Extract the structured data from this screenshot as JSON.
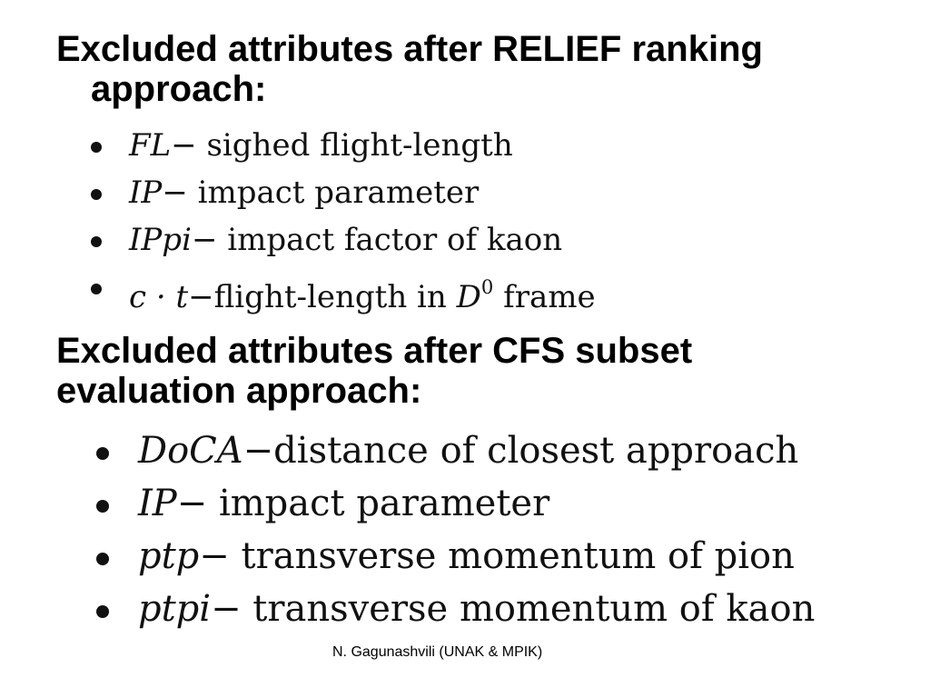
{
  "section1": {
    "heading_line1": "Excluded attributes after RELIEF ranking",
    "heading_line2": "approach:",
    "items": [
      {
        "symbol": "FL",
        "text": "− sighed flight-length"
      },
      {
        "symbol": "IP",
        "text": "− impact parameter"
      },
      {
        "symbol": "IPpi",
        "text": "− impact factor of kaon"
      },
      {
        "symbol": "c · t",
        "text": "−flight-length in ",
        "symbol2": "D",
        "sup": "0",
        "tail": " frame"
      }
    ]
  },
  "section2": {
    "heading_line1": "Excluded attributes after CFS subset",
    "heading_line2": "evaluation approach:",
    "items": [
      {
        "symbol": "DoCA",
        "text": "−distance of closest approach"
      },
      {
        "symbol": "IP",
        "text": "− impact parameter"
      },
      {
        "symbol": "ptp",
        "text": "− transverse momentum of pion"
      },
      {
        "symbol": "ptpi",
        "text": "− transverse momentum of kaon"
      }
    ]
  },
  "footer": {
    "text": "N. Gagunashvili (UNAK & MPIK)"
  }
}
